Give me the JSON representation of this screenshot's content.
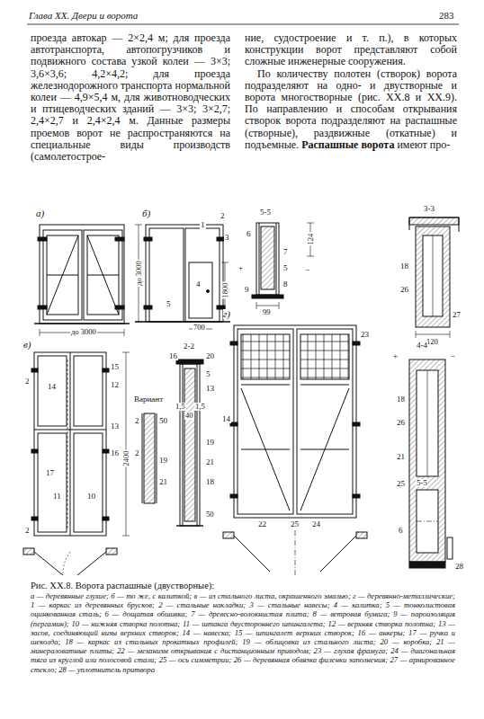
{
  "diagram": {
    "title": "Глава XX. Двери и ворота",
    "caption": "Рис. XX.8. Ворота распашные (двустворные):",
    "labels": [
      "283",
      "проезда автокар — 2×2,4 м; для проезда автотранспорта, автопогрузчиков и подвижного состава узкой колеи — 3×3; 3,6×3,6; 4,2×4,2; для проезда железнодорожного транспорта нормальной колеи — 4,9×5,4 м, для животноводческих и птицеводческих зданий — 3×3; 3×2,7; 2,4×2,7 и 2,4×2,4 м. Данные размеры проемов ворот не распространяются на специальные виды производств (самолетострое-",
      "ние, судостроение и т. п.), в которых конструкции ворот представляют собой сложные инженерные сооружения.",
      "По количеству полотен (створок) ворота подразделяют на одно- и двустворные и ворота многостворные (рис. XX.8 и XX.9). По направлению и способам открывания створок ворота подразделяют на распашные (створные), раздвижные (откатные) и подъемные.",
      "Распашные ворота",
      "имеют про-",
      "а)",
      "до 3000",
      "б)",
      "2",
      "3",
      "1",
      "4",
      "5",
      "до 3000",
      "1800",
      "700",
      "5-5",
      "6",
      "7",
      "5",
      "9",
      "8",
      "124",
      "99",
      "+",
      "−",
      "3-3",
      "18",
      "26",
      "27",
      "120",
      "в)",
      "15",
      "12",
      "14",
      "13",
      "16",
      "17",
      "11",
      "2",
      "2",
      "10",
      "2400",
      "Вариант",
      "2",
      "50",
      "2",
      "19",
      "21",
      "2-2",
      "16",
      "20",
      "5",
      "13",
      "1,5",
      "40",
      "1,5",
      "19",
      "21",
      "18",
      "50",
      "г)",
      "14",
      "23",
      "22",
      "25",
      "24",
      "4-4",
      "+",
      "−",
      "18",
      "26",
      "21",
      "25",
      "5-5",
      "6",
      "28",
      "а — деревянные глухие; б — то же, с калиткой; в — из стального листа, окрашенного эмалью; г — деревянно-металлические; 1 — каркас из деревянных брусков; 2 — стальные накладки; 3 — стальные навесы; 4 — калитка; 5 — тонколистовая оцинкованная сталь; 6 — дощатая обшивка; 7 — древесно-волокнистая плита; 8 — ветровая бумага; 9 — пароизоляция (пергамин); 10 — нижняя створка полотна; 11 — штанга двустороннего шпингалета; 12 — верхняя створка полотна; 13 — засов, соединяющий низы верхних створок; 14 — навеска; 15 — шпингалет верхних створок; 16 — анкеры; 17 — ручка и шеколда; 18 — каркас из стальных прокатных профилей; 19 — облицовка из стального листа; 20 — коробка; 21 — минераловатные плиты; 22 — механизм открывания с дистанционным приводом; 23 — глухая фрамуга; 24 — диагональная тяга из круглой или полосовой стали; 25 — ось симметрии; 26 — деревянная обвязка филенки заполнения; 27 — армированное стекло; 28 — уплотнитель притвора"
    ]
  }
}
